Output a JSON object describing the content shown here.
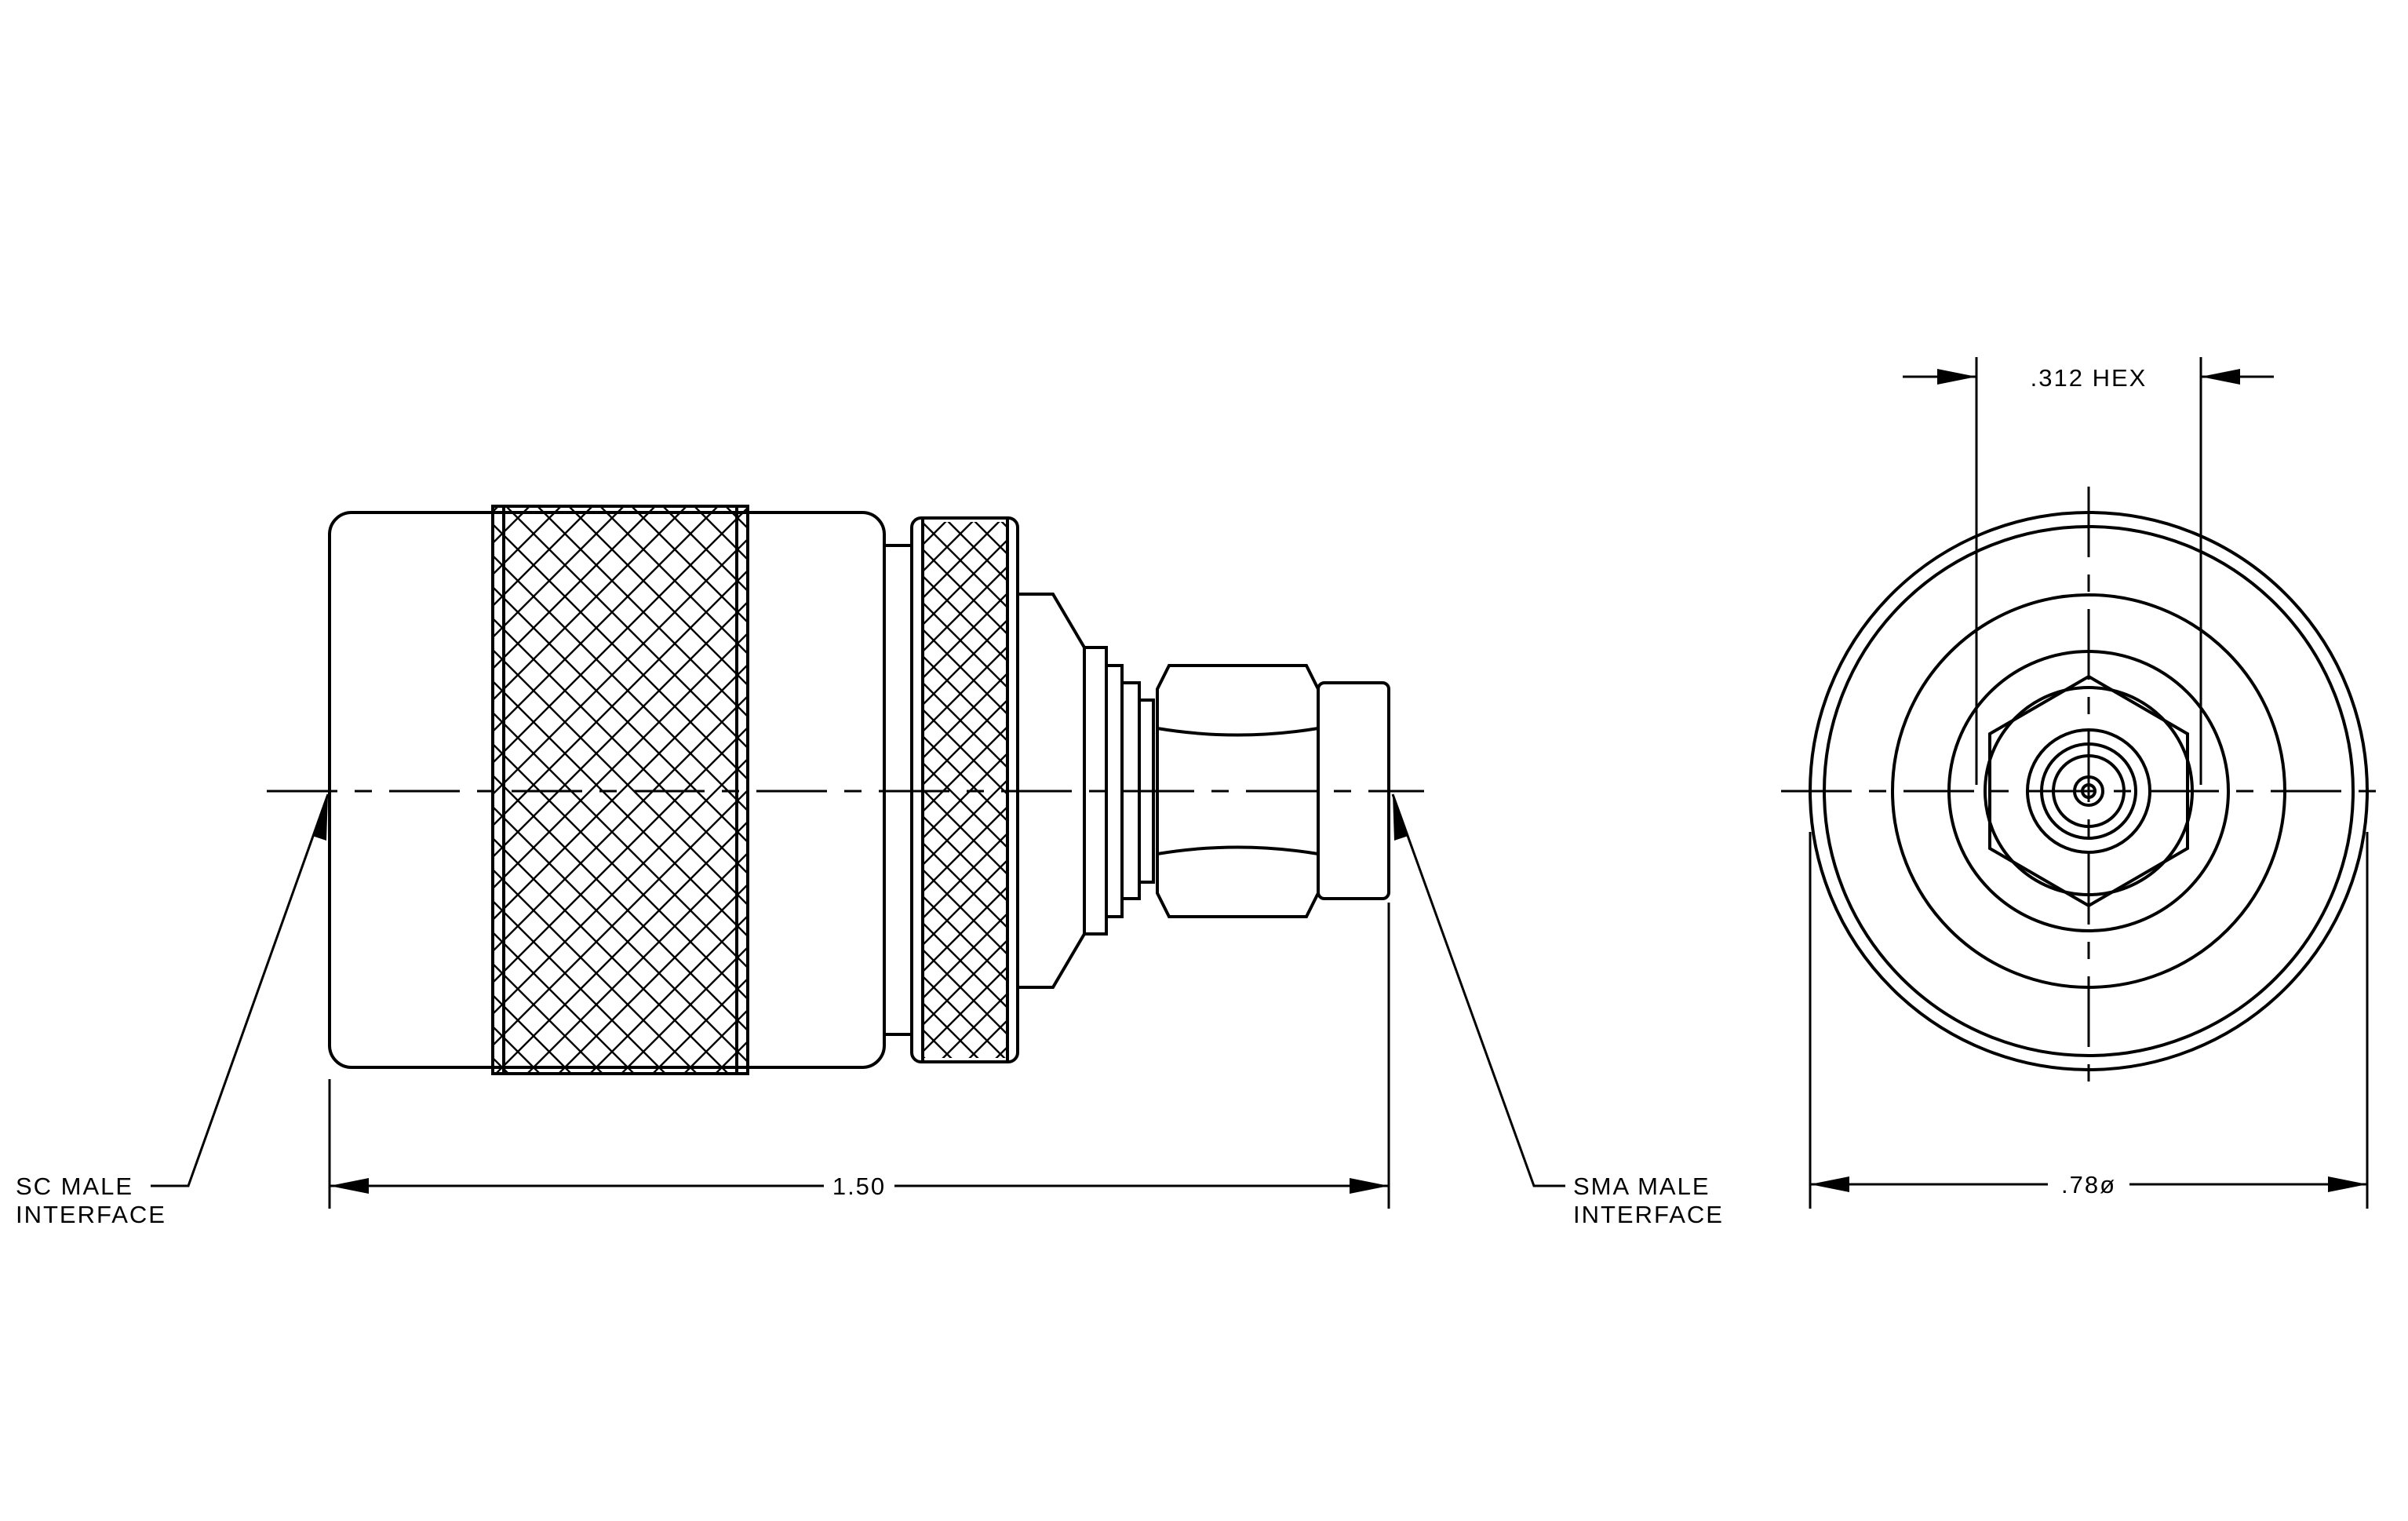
{
  "callouts": {
    "sc_interface_line1": "SC MALE",
    "sc_interface_line2": "INTERFACE",
    "sma_interface_line1": "SMA MALE",
    "sma_interface_line2": "INTERFACE"
  },
  "dimensions": {
    "overall_length": "1.50",
    "hex_size": ".312 HEX",
    "end_diameter": ".78ø"
  }
}
